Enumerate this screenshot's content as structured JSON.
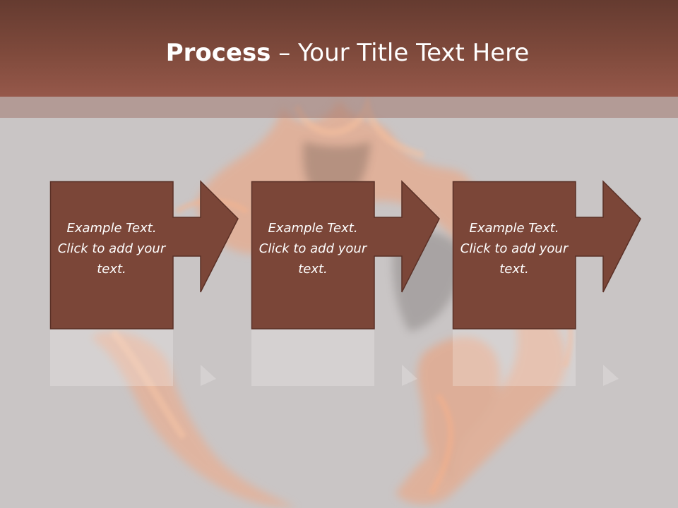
{
  "slide": {
    "title_bold": "Process",
    "title_rest": " – Your Title Text Here"
  },
  "steps": [
    {
      "text": "Example Text. Click  to add your text."
    },
    {
      "text": "Example Text. Click  to add your text."
    },
    {
      "text": "Example Text. Click  to add your text."
    }
  ],
  "colors": {
    "header_dark": "#653b30",
    "header_light": "#96584a",
    "box_fill": "#7b4638",
    "box_stroke": "#5a3026",
    "background": "#c9c5c5",
    "flame": "#e98a5a"
  },
  "icons": {
    "background_art": "flame-heart-illustration",
    "step_arrow": "right-arrow-icon"
  }
}
